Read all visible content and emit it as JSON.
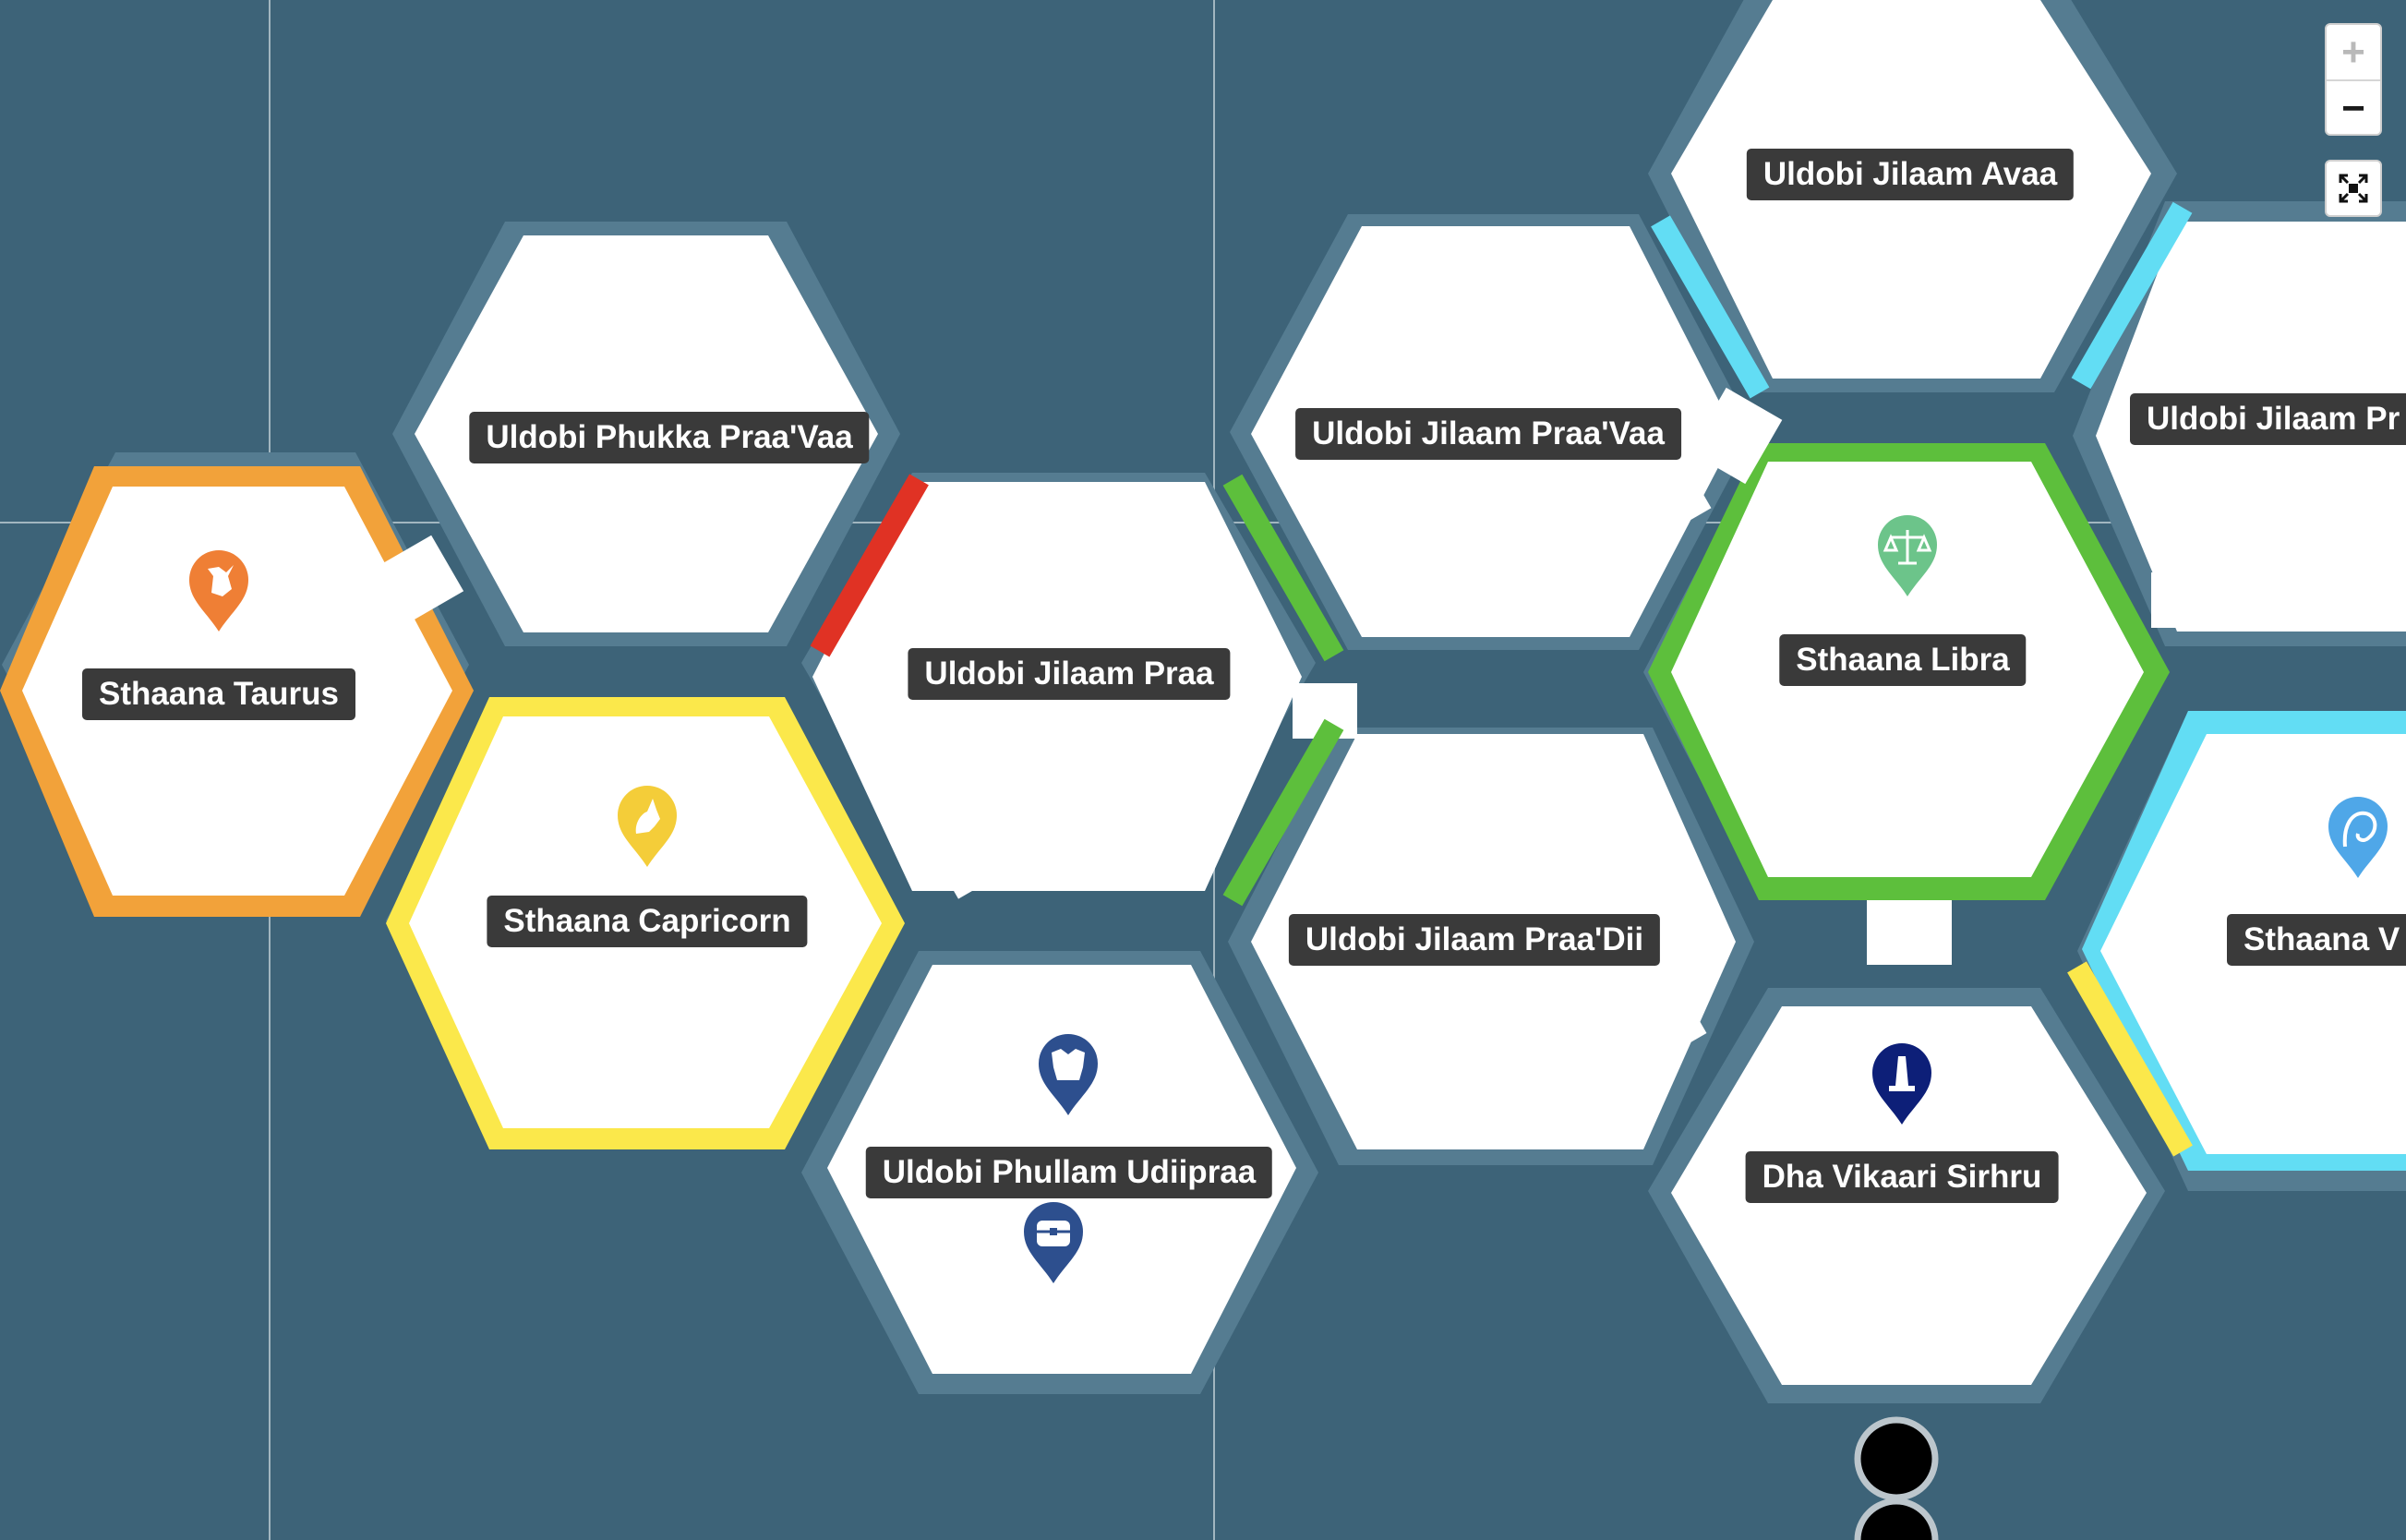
{
  "labels": {
    "taurus": "Sthaana Taurus",
    "capricorn": "Sthaana Capricorn",
    "phukka": "Uldobi Phukka Praa'Vaa",
    "jilaam_praa": "Uldobi Jilaam Praa",
    "phullam": "Uldobi Phullam Udiipraa",
    "jilaam_praa_vaa": "Uldobi Jilaam Praa'Vaa",
    "jilaam_praa_dii": "Uldobi Jilaam Praa'Dii",
    "jilaam_avaa": "Uldobi Jilaam Avaa",
    "libra": "Sthaana Libra",
    "vikaari": "Dha Vikaari Sirhru",
    "jilaam_pr_partial": "Uldobi Jilaam Pr",
    "sthaana_v_partial": "Sthaana V"
  },
  "controls": {
    "zoom_in": "+",
    "zoom_out": "−"
  },
  "colors": {
    "background": "#3d6378",
    "hex_fill": "#ffffff",
    "hex_rim": "#557c91",
    "taurus": "#f2a23a",
    "capricorn": "#fbe84b",
    "libra": "#5dbf3c",
    "virgo_cyan": "#62ddf4",
    "door_red": "#e03224",
    "door_green": "#5dbf3c",
    "door_cyan": "#62ddf4",
    "door_yellow": "#fbe84b",
    "marker_orange": "#ef7f35",
    "marker_yellow": "#f4cd39",
    "marker_green": "#6cc48a",
    "marker_blue": "#2d4f8e",
    "marker_navy": "#0d1f78",
    "marker_sky": "#4fa7e8",
    "label_bg": "#3a3a3a"
  },
  "icons": {
    "taurus_marker": "bull-icon",
    "capricorn_marker": "goat-icon",
    "libra_marker": "scales-icon",
    "virgo_marker": "virgo-icon",
    "phullam_marker_1": "armor-icon",
    "phullam_marker_2": "treasure-chest-icon",
    "vikaari_marker": "tower-icon",
    "zoom_fit": "fit-to-screen-icon"
  }
}
